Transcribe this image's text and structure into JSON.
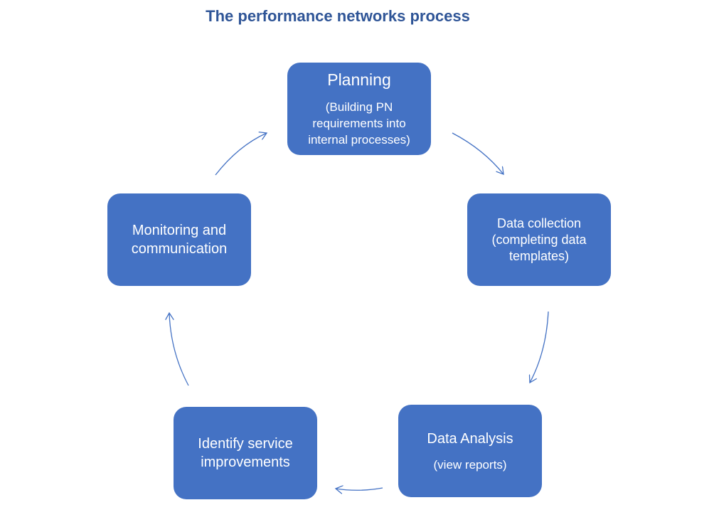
{
  "title": "The performance networks process",
  "colors": {
    "box": "#4472C4",
    "title": "#2F5597",
    "arrow": "#4472C4"
  },
  "steps": [
    {
      "main": "Planning",
      "sub": "(Building PN\nrequirements into\ninternal processes)"
    },
    {
      "main": "",
      "sub": "Data collection\n(completing data\ntemplates)"
    },
    {
      "main": "Data Analysis",
      "sub": "(view reports)"
    },
    {
      "main": "Identify  service\nimprovements",
      "sub": ""
    },
    {
      "main": "Monitoring and\ncommunication",
      "sub": ""
    }
  ]
}
